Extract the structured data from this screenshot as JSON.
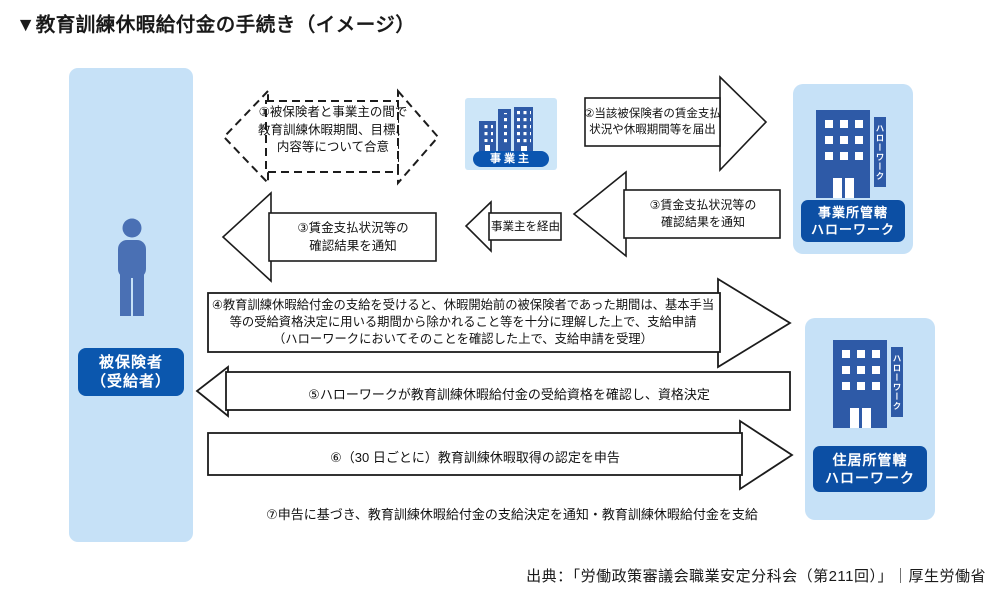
{
  "title": "▼教育訓練休暇給付金の手続き（イメージ）",
  "source": "出典：「労働政策審議会職業安定分科会（第211回）」｜厚生労働省",
  "actors": {
    "insured": {
      "label_line1": "被保険者",
      "label_line2": "（受給者）"
    },
    "employer": {
      "label": "事業主"
    },
    "hw_office": {
      "label_line1": "事業所管轄",
      "label_line2": "ハローワーク",
      "sign": "ハローワーク"
    },
    "hw_residence": {
      "label_line1": "住居所管轄",
      "label_line2": "ハローワーク",
      "sign": "ハローワーク"
    }
  },
  "steps": {
    "step1": {
      "lines": [
        "①被保険者と事業主の間で",
        "教育訓練休暇期間、目標、",
        "内容等について合意"
      ]
    },
    "step2": {
      "lines": [
        "②当該被保険者の賃金支払",
        "状況や休暇期間等を届出"
      ]
    },
    "step3_from_hw": {
      "lines": [
        "③賃金支払状況等の",
        "確認結果を通知"
      ]
    },
    "via_employer": {
      "label": "事業主を経由"
    },
    "step3_to_insured": {
      "lines": [
        "③賃金支払状況等の",
        "確認結果を通知"
      ]
    },
    "step4": {
      "lines": [
        "④教育訓練休暇給付金の支給を受けると、休暇開始前の被保険者であった期間は、基本手当",
        "等の受給資格決定に用いる期間から除かれること等を十分に理解した上で、支給申請",
        "（ハローワークにおいてそのことを確認した上で、支給申請を受理）"
      ]
    },
    "step5": {
      "label": "⑤ハローワークが教育訓練休暇給付金の受給資格を確認し、資格決定"
    },
    "step6": {
      "label": "⑥（30 日ごとに）教育訓練休暇取得の認定を申告"
    },
    "step7": {
      "label": "⑦申告に基づき、教育訓練休暇給付金の支給決定を通知・教育訓練休暇給付金を支給"
    }
  },
  "colors": {
    "panel_light_blue": "#c6e1f7",
    "label_deep_blue": "#0b57ae",
    "building_blue": "#2e5aa7",
    "person_blue": "#4a70b4",
    "arrow_outline": "#1c1c1c"
  }
}
